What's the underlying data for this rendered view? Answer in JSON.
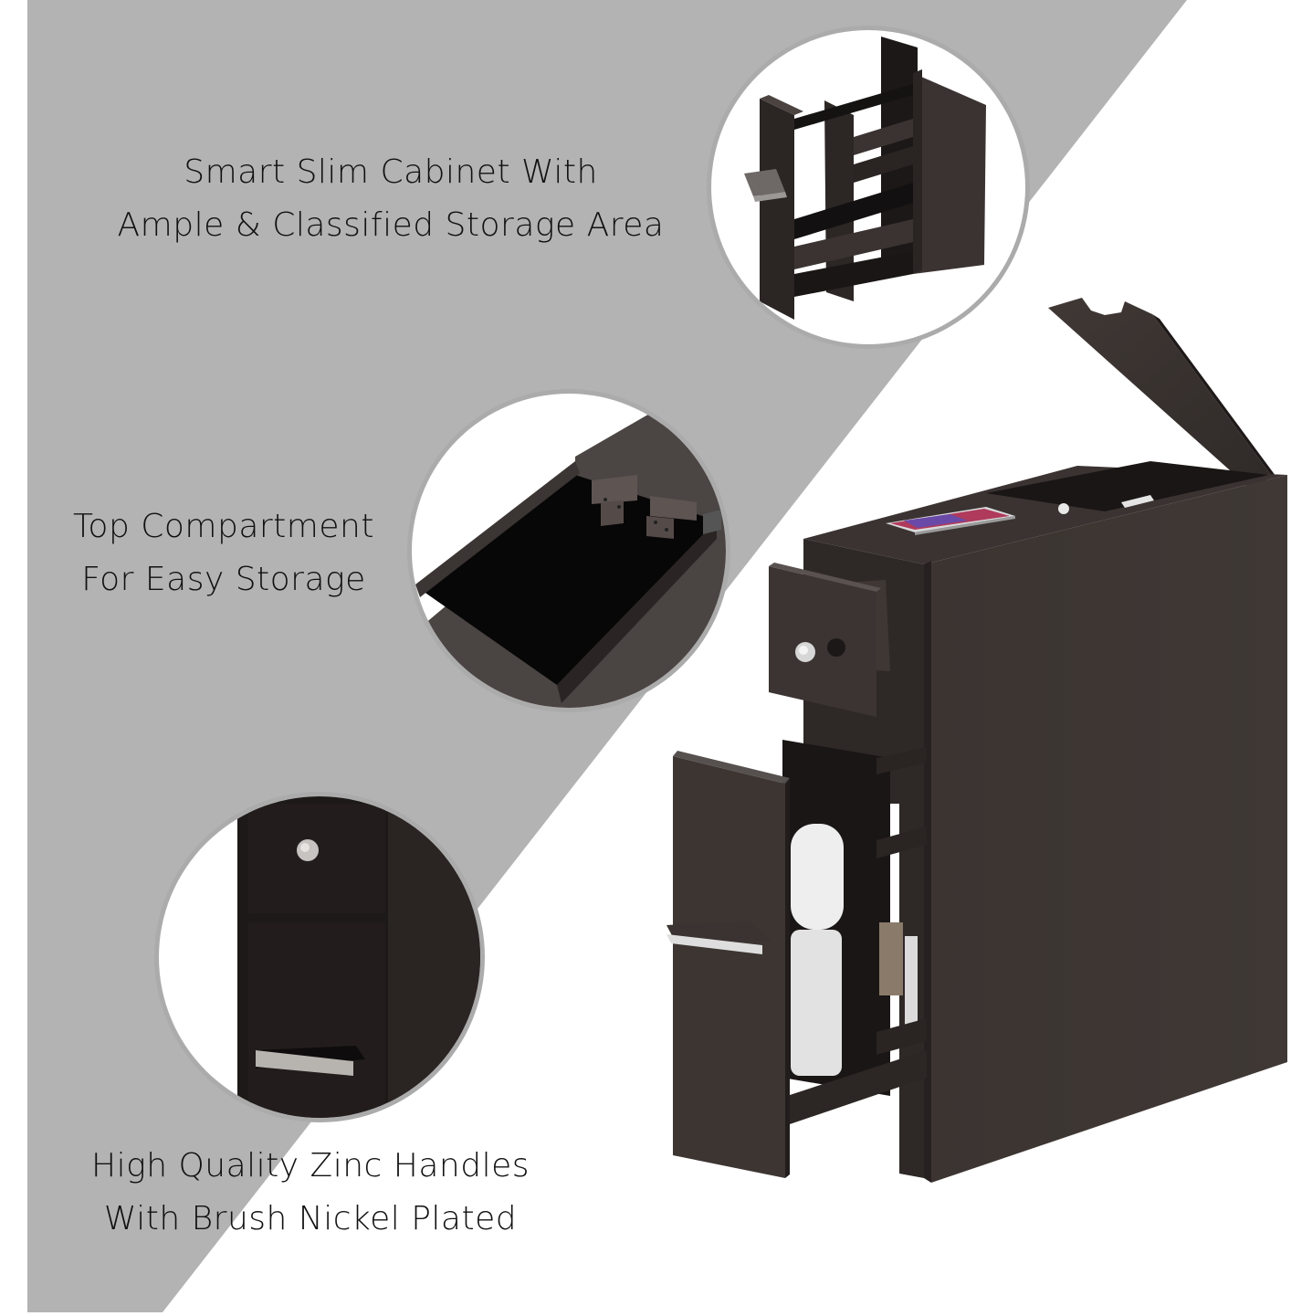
{
  "image": {
    "type": "product-feature-infographic",
    "background_color": "#ffffff",
    "accent_panel_color": "#b3b3b3",
    "product_color": "#3a3330"
  },
  "features": [
    {
      "id": "storage",
      "lines": [
        "Smart Slim Cabinet With",
        "Ample & Classified Storage Area"
      ],
      "detail_image": "pull-out-rack-closeup"
    },
    {
      "id": "top-compartment",
      "lines": [
        "Top Compartment",
        "For Easy Storage"
      ],
      "detail_image": "top-compartment-hinges-closeup"
    },
    {
      "id": "handles",
      "lines": [
        "High Quality Zinc Handles",
        "With Brush Nickel Plated"
      ],
      "detail_image": "knob-and-bar-handle-closeup"
    }
  ],
  "main_product": {
    "name": "slim-bathroom-cabinet",
    "items_shown": [
      "smartphone-on-top",
      "open-flip-lid",
      "open-top-drawer",
      "pull-out-rack",
      "toilet-paper-rolls",
      "jars"
    ]
  }
}
